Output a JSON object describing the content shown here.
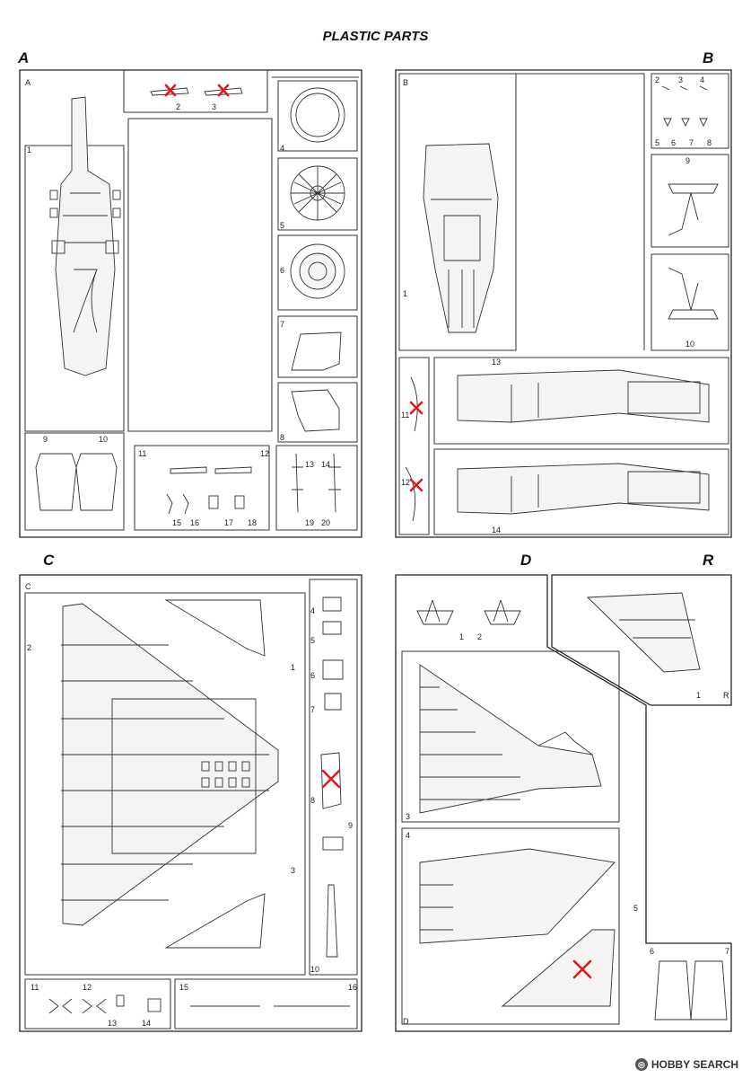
{
  "title": "PLASTIC PARTS",
  "watermark": "HOBBY SEARCH",
  "sprues": {
    "A": {
      "letter": "A",
      "box_label": "A",
      "numbers": [
        "1",
        "2",
        "3",
        "4",
        "5",
        "6",
        "7",
        "8",
        "9",
        "10",
        "11",
        "12",
        "13",
        "14",
        "15",
        "16",
        "17",
        "18",
        "19",
        "20"
      ]
    },
    "B": {
      "letter": "B",
      "box_label": "B",
      "numbers": [
        "1",
        "2",
        "3",
        "4",
        "5",
        "6",
        "7",
        "8",
        "9",
        "10",
        "11",
        "12",
        "13",
        "14"
      ]
    },
    "C": {
      "letter": "C",
      "box_label": "C",
      "numbers": [
        "1",
        "2",
        "3",
        "4",
        "5",
        "6",
        "7",
        "8",
        "9",
        "10",
        "11",
        "12",
        "13",
        "14",
        "15",
        "16"
      ]
    },
    "D": {
      "letter": "D",
      "box_label": "D",
      "numbers": [
        "1",
        "2",
        "3",
        "4",
        "5",
        "6",
        "7"
      ]
    },
    "R": {
      "letter": "R",
      "box_label": "R",
      "numbers": [
        "1"
      ]
    }
  },
  "colors": {
    "removal_mark": "#e0191b",
    "line": "#333333"
  }
}
